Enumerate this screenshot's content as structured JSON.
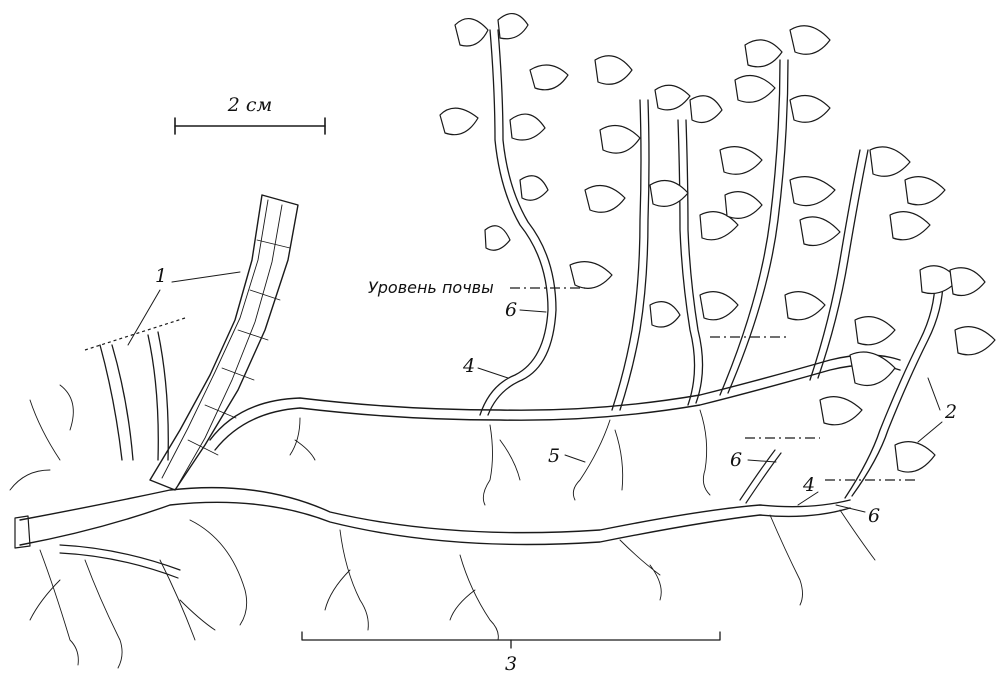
{
  "scale_bar": {
    "label": "2 см"
  },
  "soil_level": {
    "label": "Уровень почвы"
  },
  "labels": {
    "l1": "1",
    "l2": "2",
    "l3": "3",
    "l4a": "4",
    "l4b": "4",
    "l5": "5",
    "l6a": "6",
    "l6b": "6",
    "l6c": "6"
  }
}
